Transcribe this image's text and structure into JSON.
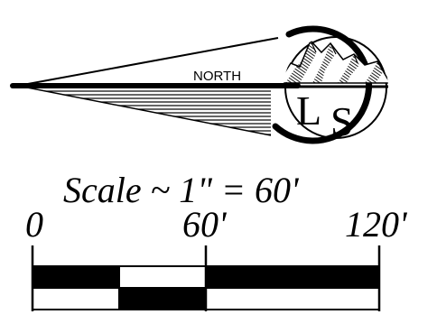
{
  "north_arrow": {
    "label": "NORTH"
  },
  "logo": {
    "letter_left": "L",
    "letter_right": "S",
    "icon": "mountain-icon"
  },
  "scale": {
    "text": "Scale ~ 1\" = 60'",
    "ticks": [
      {
        "label": "0"
      },
      {
        "label": "60'"
      },
      {
        "label": "120'"
      }
    ]
  },
  "colors": {
    "ink": "#000000",
    "paper": "#ffffff"
  }
}
